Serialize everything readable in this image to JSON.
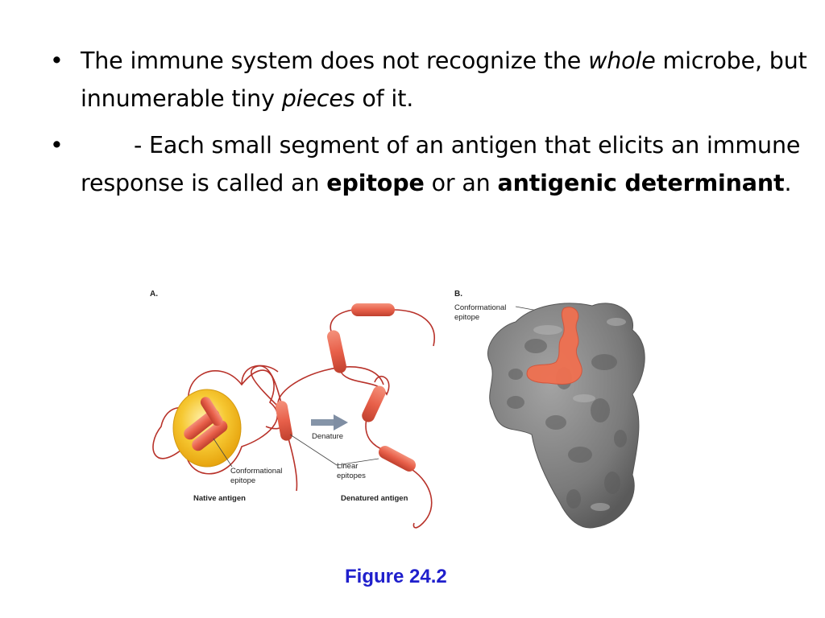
{
  "bullets": [
    {
      "marker": "•",
      "p1": "The immune system does not recognize the ",
      "em1": "whole",
      "p2": " microbe, but innumerable tiny ",
      "em2": "pieces",
      "p3": " of it."
    },
    {
      "marker": "•",
      "p1": "- Each small segment of an antigen that elicits an immune response is called an ",
      "strong1": "epitope",
      "p2": " or an ",
      "strong2": "antigenic determinant",
      "p3": "."
    }
  ],
  "figure": {
    "panel_a": {
      "label": "A.",
      "conformational_line1": "Conformational",
      "conformational_line2": "epitope",
      "native_caption": "Native antigen",
      "denature_label": "Denature",
      "linear_line1": "Linear",
      "linear_line2": "epitopes",
      "denatured_caption": "Denatured antigen"
    },
    "panel_b": {
      "label": "B.",
      "conformational_line1": "Conformational",
      "conformational_line2": "epitope"
    },
    "caption": "Figure 24.2",
    "colors": {
      "helix": "#e8604a",
      "helix_dark": "#c0392b",
      "chain": "#b8322a",
      "globule": "#f3b61f",
      "surface": "#7b7b7b",
      "epitope_patch": "#f07050",
      "arrow": "#7f8ea3",
      "caption": "#1f1fcc"
    }
  }
}
